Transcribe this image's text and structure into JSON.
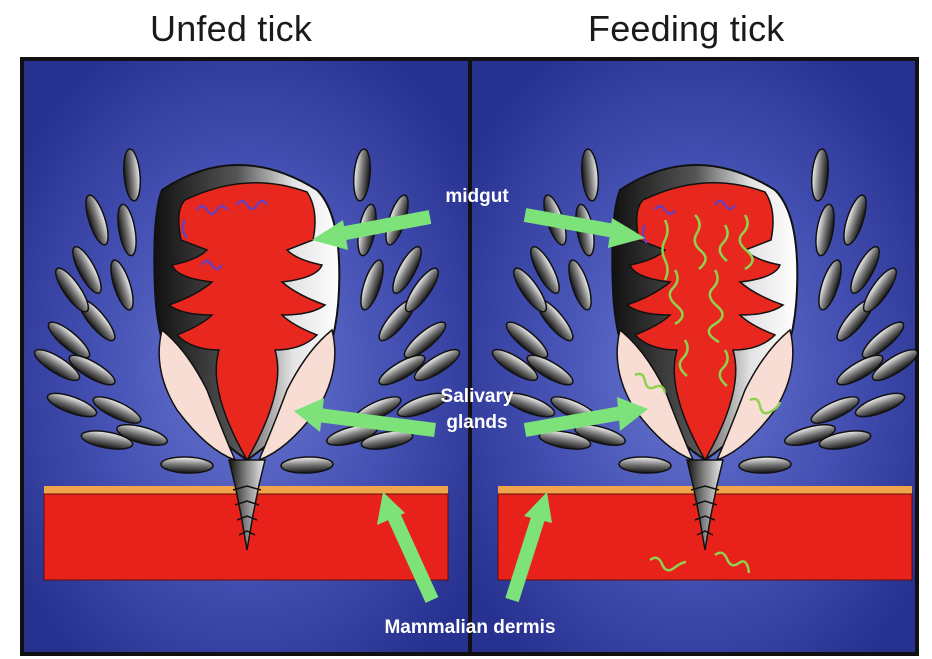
{
  "titles": {
    "left": "Unfed tick",
    "right": "Feeding tick"
  },
  "labels": {
    "midgut": "midgut",
    "salivary_line1": "Salivary",
    "salivary_line2": "glands",
    "dermis": "Mammalian dermis"
  },
  "colors": {
    "background_blue": "#2f3a9c",
    "background_glow": "#6c78d2",
    "midgut_red": "#e8281e",
    "dermis_red": "#e8221a",
    "skin_orange": "#f2a44a",
    "arrow_green": "#7ee27a",
    "bacteria_purple": "#6b3fb5",
    "bacteria_green": "#8fd14f",
    "gland_pink": "#f7ddd4"
  },
  "icons": {
    "panel_left": "unfed-tick-icon",
    "panel_right": "feeding-tick-icon"
  }
}
